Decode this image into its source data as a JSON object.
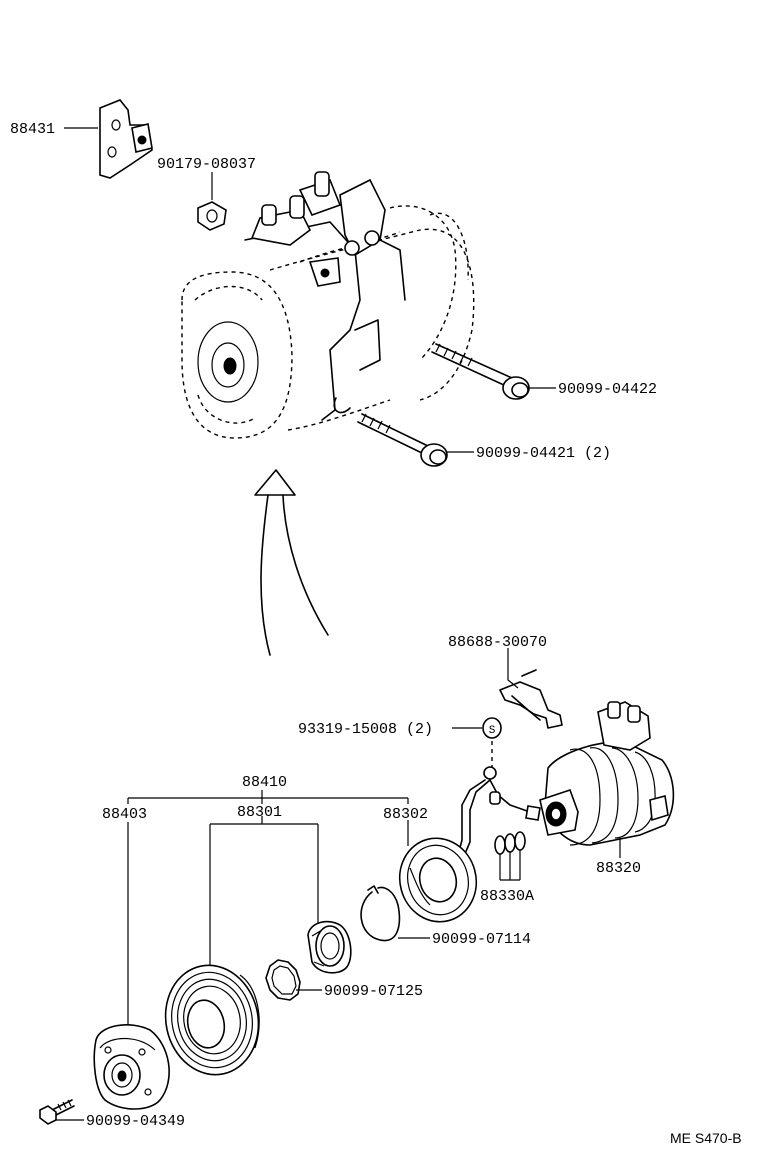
{
  "parts": {
    "bracket": "88431",
    "nut_top": "90179-08037",
    "bolt_upper": "90099-04422",
    "bolt_lower": "90099-04421 (2)",
    "wire_harness": "88688-30070",
    "screw_clip": "93319-15008 (2)",
    "clutch_assy": "88410",
    "pressure_plate": "88403",
    "pulley_group": "88301",
    "stator": "88302",
    "compressor": "88320",
    "shim_set": "88330A",
    "snap_ring_stator": "90099-07114",
    "snap_ring_pulley": "90099-07125",
    "hub_bolt": "90099-04349"
  },
  "screw_badge": "S",
  "diagram_code": "ME S470-B"
}
